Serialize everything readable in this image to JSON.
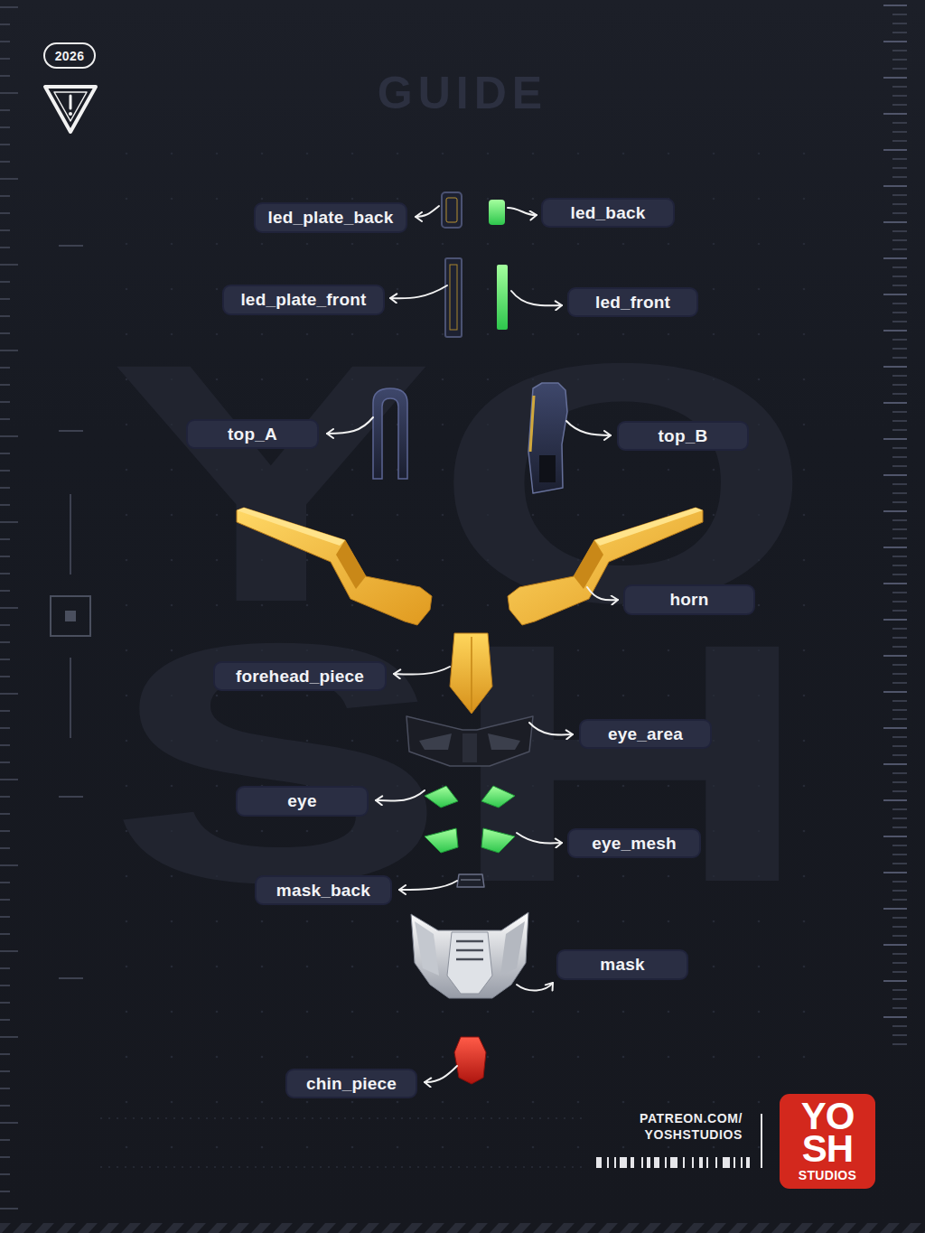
{
  "diagram": {
    "title": "GUIDE",
    "nodes": [
      {
        "text": [
          "2026"
        ]
      },
      {
        "text": [
          "led_plate_back"
        ]
      },
      {
        "text": [
          "led_back"
        ]
      },
      {
        "text": [
          "led_plate_front"
        ]
      },
      {
        "text": [
          "led_front"
        ]
      },
      {
        "text": [
          "top_A"
        ]
      },
      {
        "text": [
          "top_B"
        ]
      },
      {
        "text": [
          "horn"
        ]
      },
      {
        "text": [
          "forehead_piece"
        ]
      },
      {
        "text": [
          "eye_area"
        ]
      },
      {
        "text": [
          "eye"
        ]
      },
      {
        "text": [
          "eye_mesh"
        ]
      },
      {
        "text": [
          "mask_back"
        ]
      },
      {
        "text": [
          "mask"
        ]
      },
      {
        "text": [
          "chin_piece"
        ]
      },
      {
        "text": [
          "YO SH",
          "STUDIOS"
        ]
      }
    ],
    "labels": [
      "YO",
      "SH",
      "PATREON.COM/ YOSHSTUDIOS"
    ]
  }
}
